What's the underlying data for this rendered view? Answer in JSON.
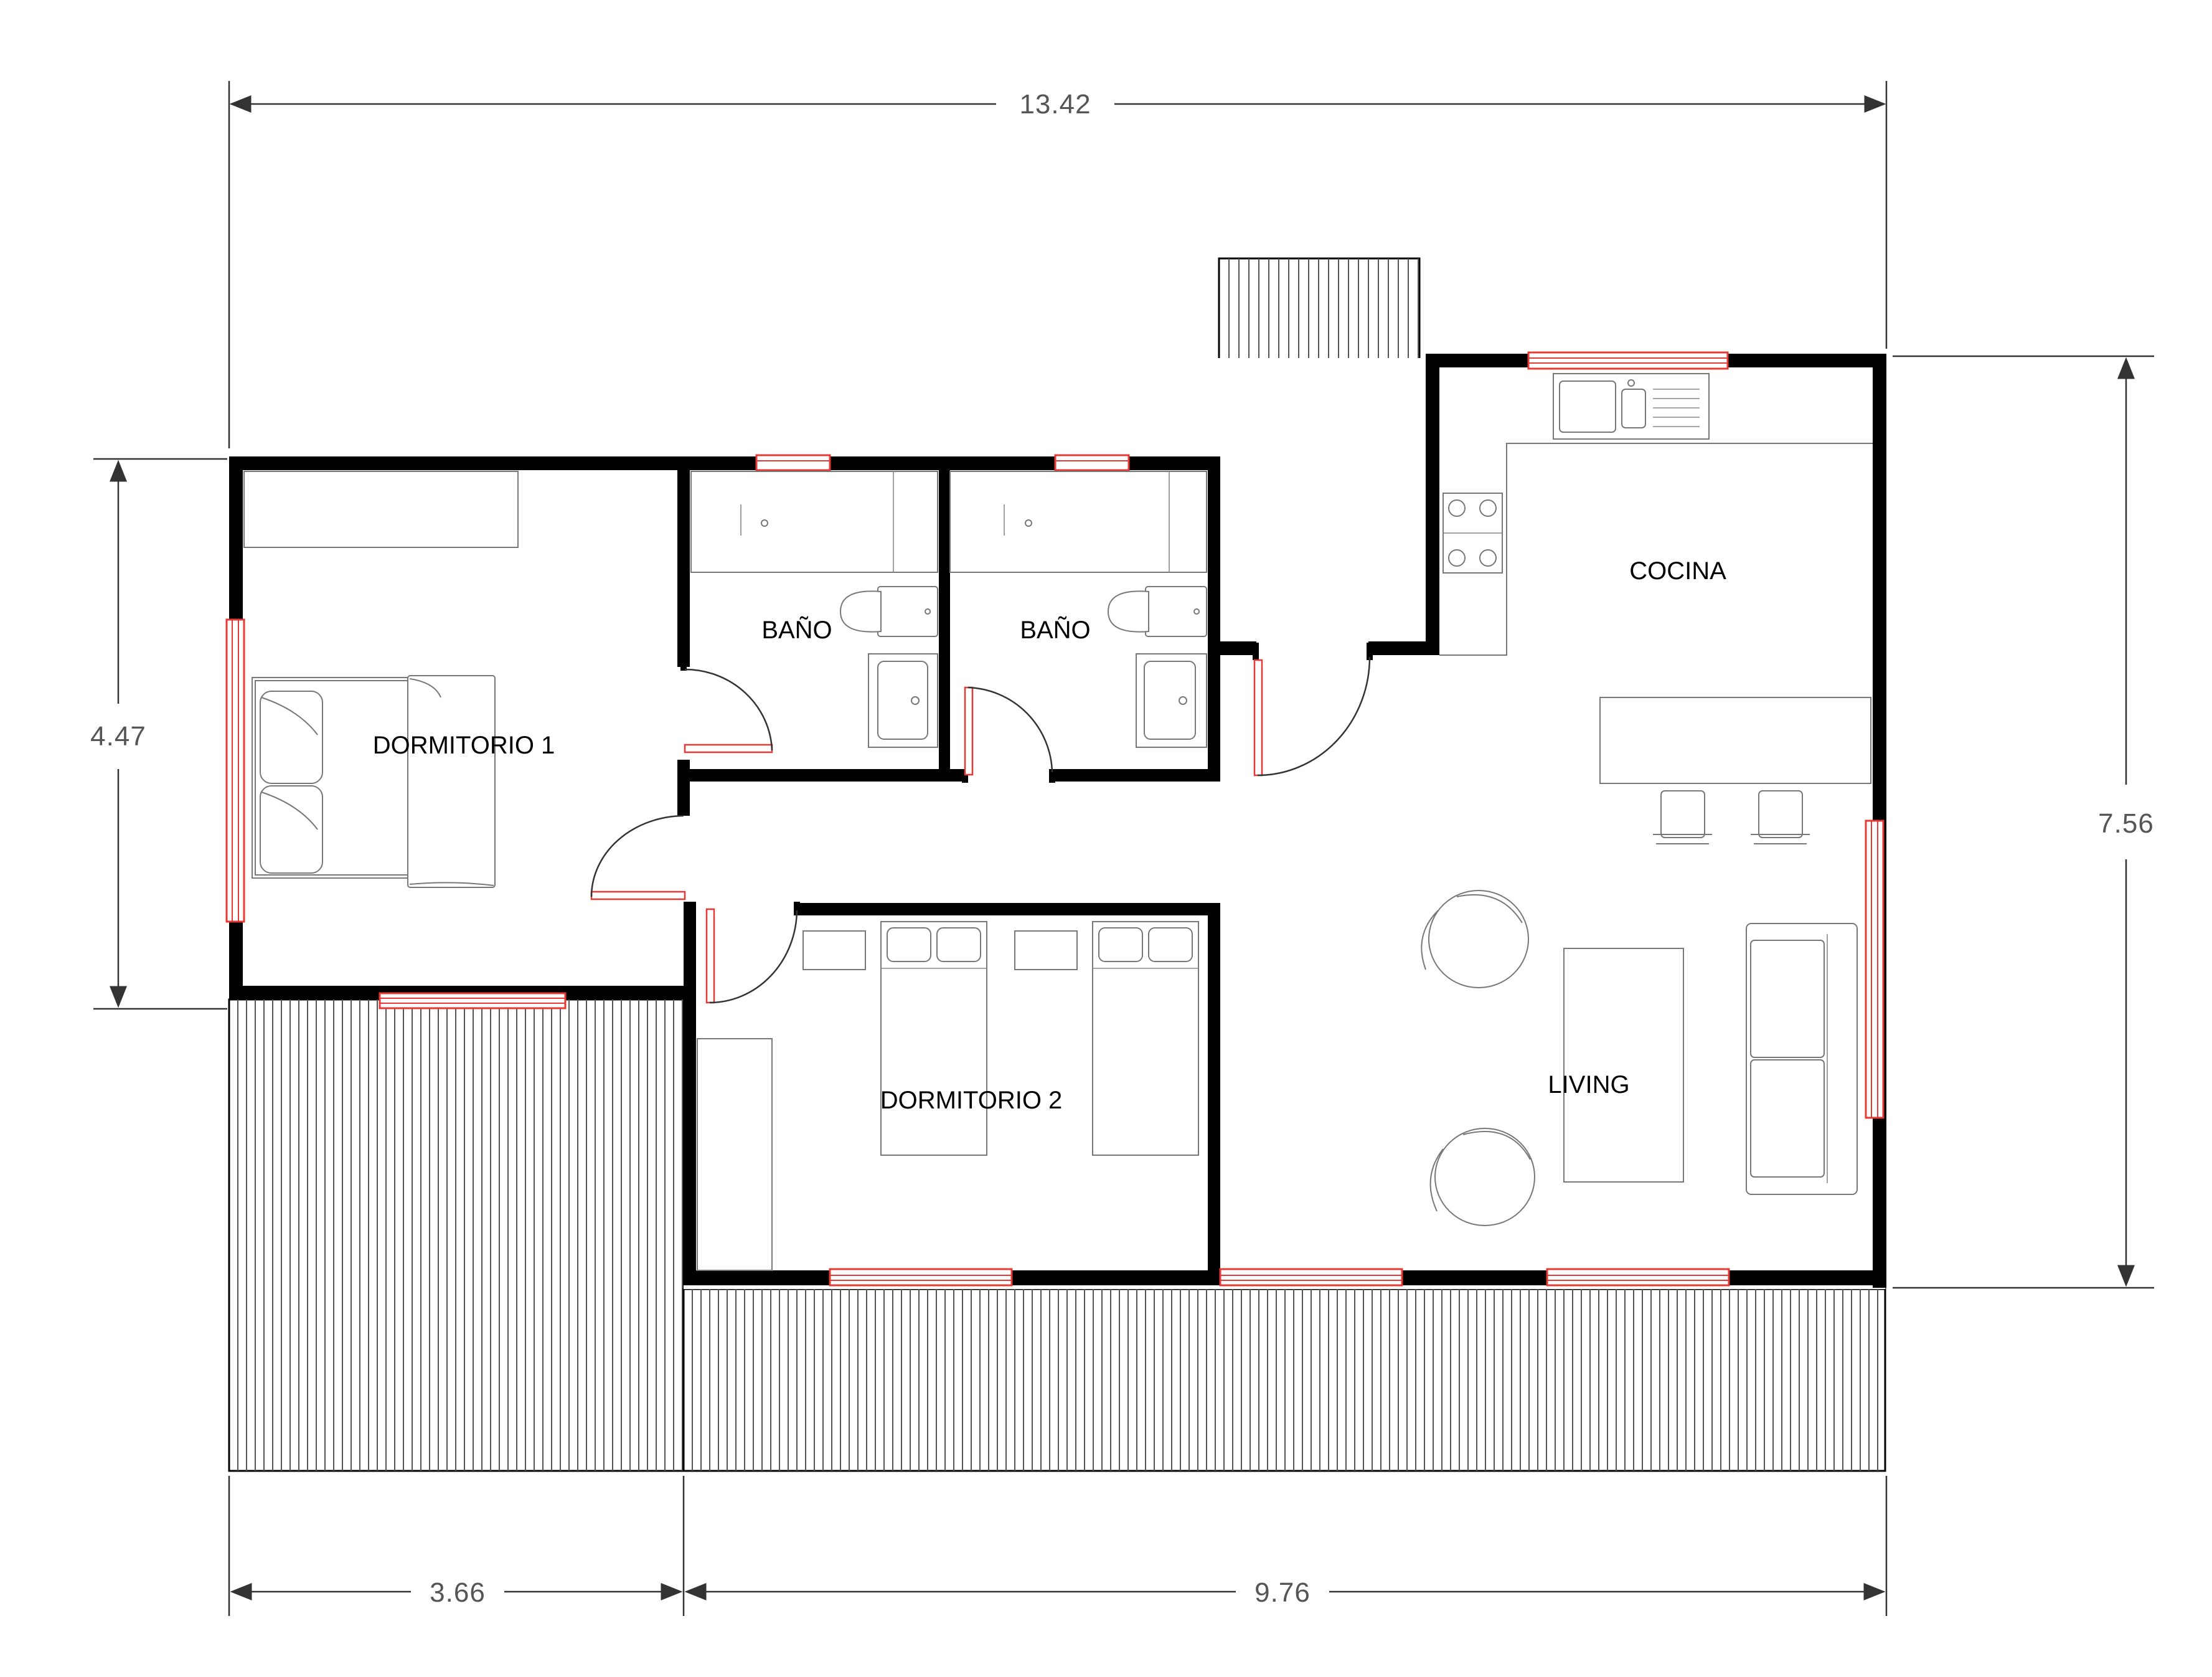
{
  "rooms": {
    "dormitorio1": "DORMITORIO 1",
    "dormitorio2": "DORMITORIO 2",
    "bano1": "BAÑO",
    "bano2": "BAÑO",
    "cocina": "COCINA",
    "living": "LIVING"
  },
  "dimensions": {
    "top_total": "13.42",
    "left_height": "4.47",
    "right_height": "7.56",
    "bottom_left": "3.66",
    "bottom_right": "9.76"
  },
  "colors": {
    "walls": "#000000",
    "windows": "#e53935",
    "deck_lines": "#555555",
    "furniture": "#777777"
  }
}
